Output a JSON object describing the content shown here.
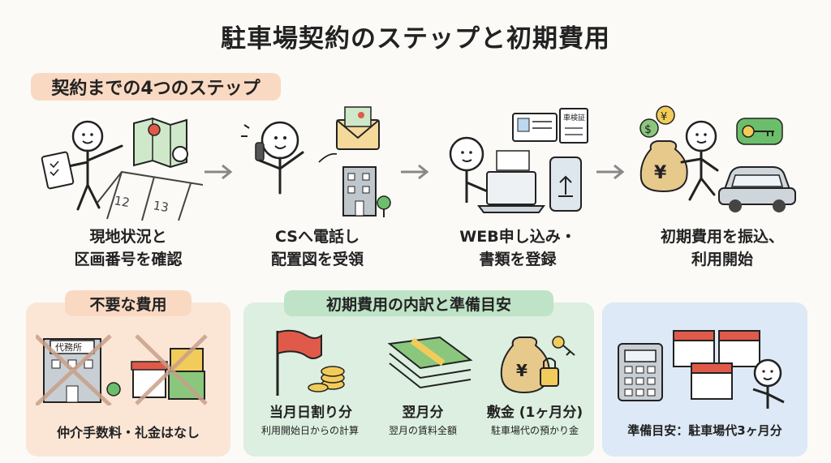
{
  "title": "駐車場契約のステップと初期費用",
  "steps_heading": "契約までの4つのステップ",
  "steps": [
    {
      "line1": "現地状況と",
      "line2": "区画番号を確認",
      "slot_numbers": [
        "12",
        "13"
      ]
    },
    {
      "line1": "CSへ電話し",
      "line2": "配置図を受領"
    },
    {
      "line1": "WEB申し込み・",
      "line2": "書類を登録",
      "doc_label": "車検証"
    },
    {
      "line1": "初期費用を振込、",
      "line2": "利用開始",
      "yen": "¥",
      "dollar": "$"
    }
  ],
  "unnecessary": {
    "heading": "不要な費用",
    "agency_sign": "代務所",
    "label": "仲介手数料・礼金はなし"
  },
  "breakdown": {
    "heading": "初期費用の内訳と準備目安",
    "items": [
      {
        "title": "当月日割り分",
        "sub": "利用開始日からの計算"
      },
      {
        "title": "翌月分",
        "sub": "翌月の賃料全額"
      },
      {
        "title": "敷金 (1ヶ月分)",
        "sub": "駐車場代の預かり金",
        "yen": "¥"
      }
    ]
  },
  "estimate": {
    "label": "準備目安：駐車場代3ヶ月分"
  },
  "colors": {
    "orange_pill": "#fad9c2",
    "orange_panel": "#fbe6d6",
    "green_panel": "#dcefe0",
    "blue_panel": "#dde9f6",
    "red_cross": "#c9a08a"
  }
}
